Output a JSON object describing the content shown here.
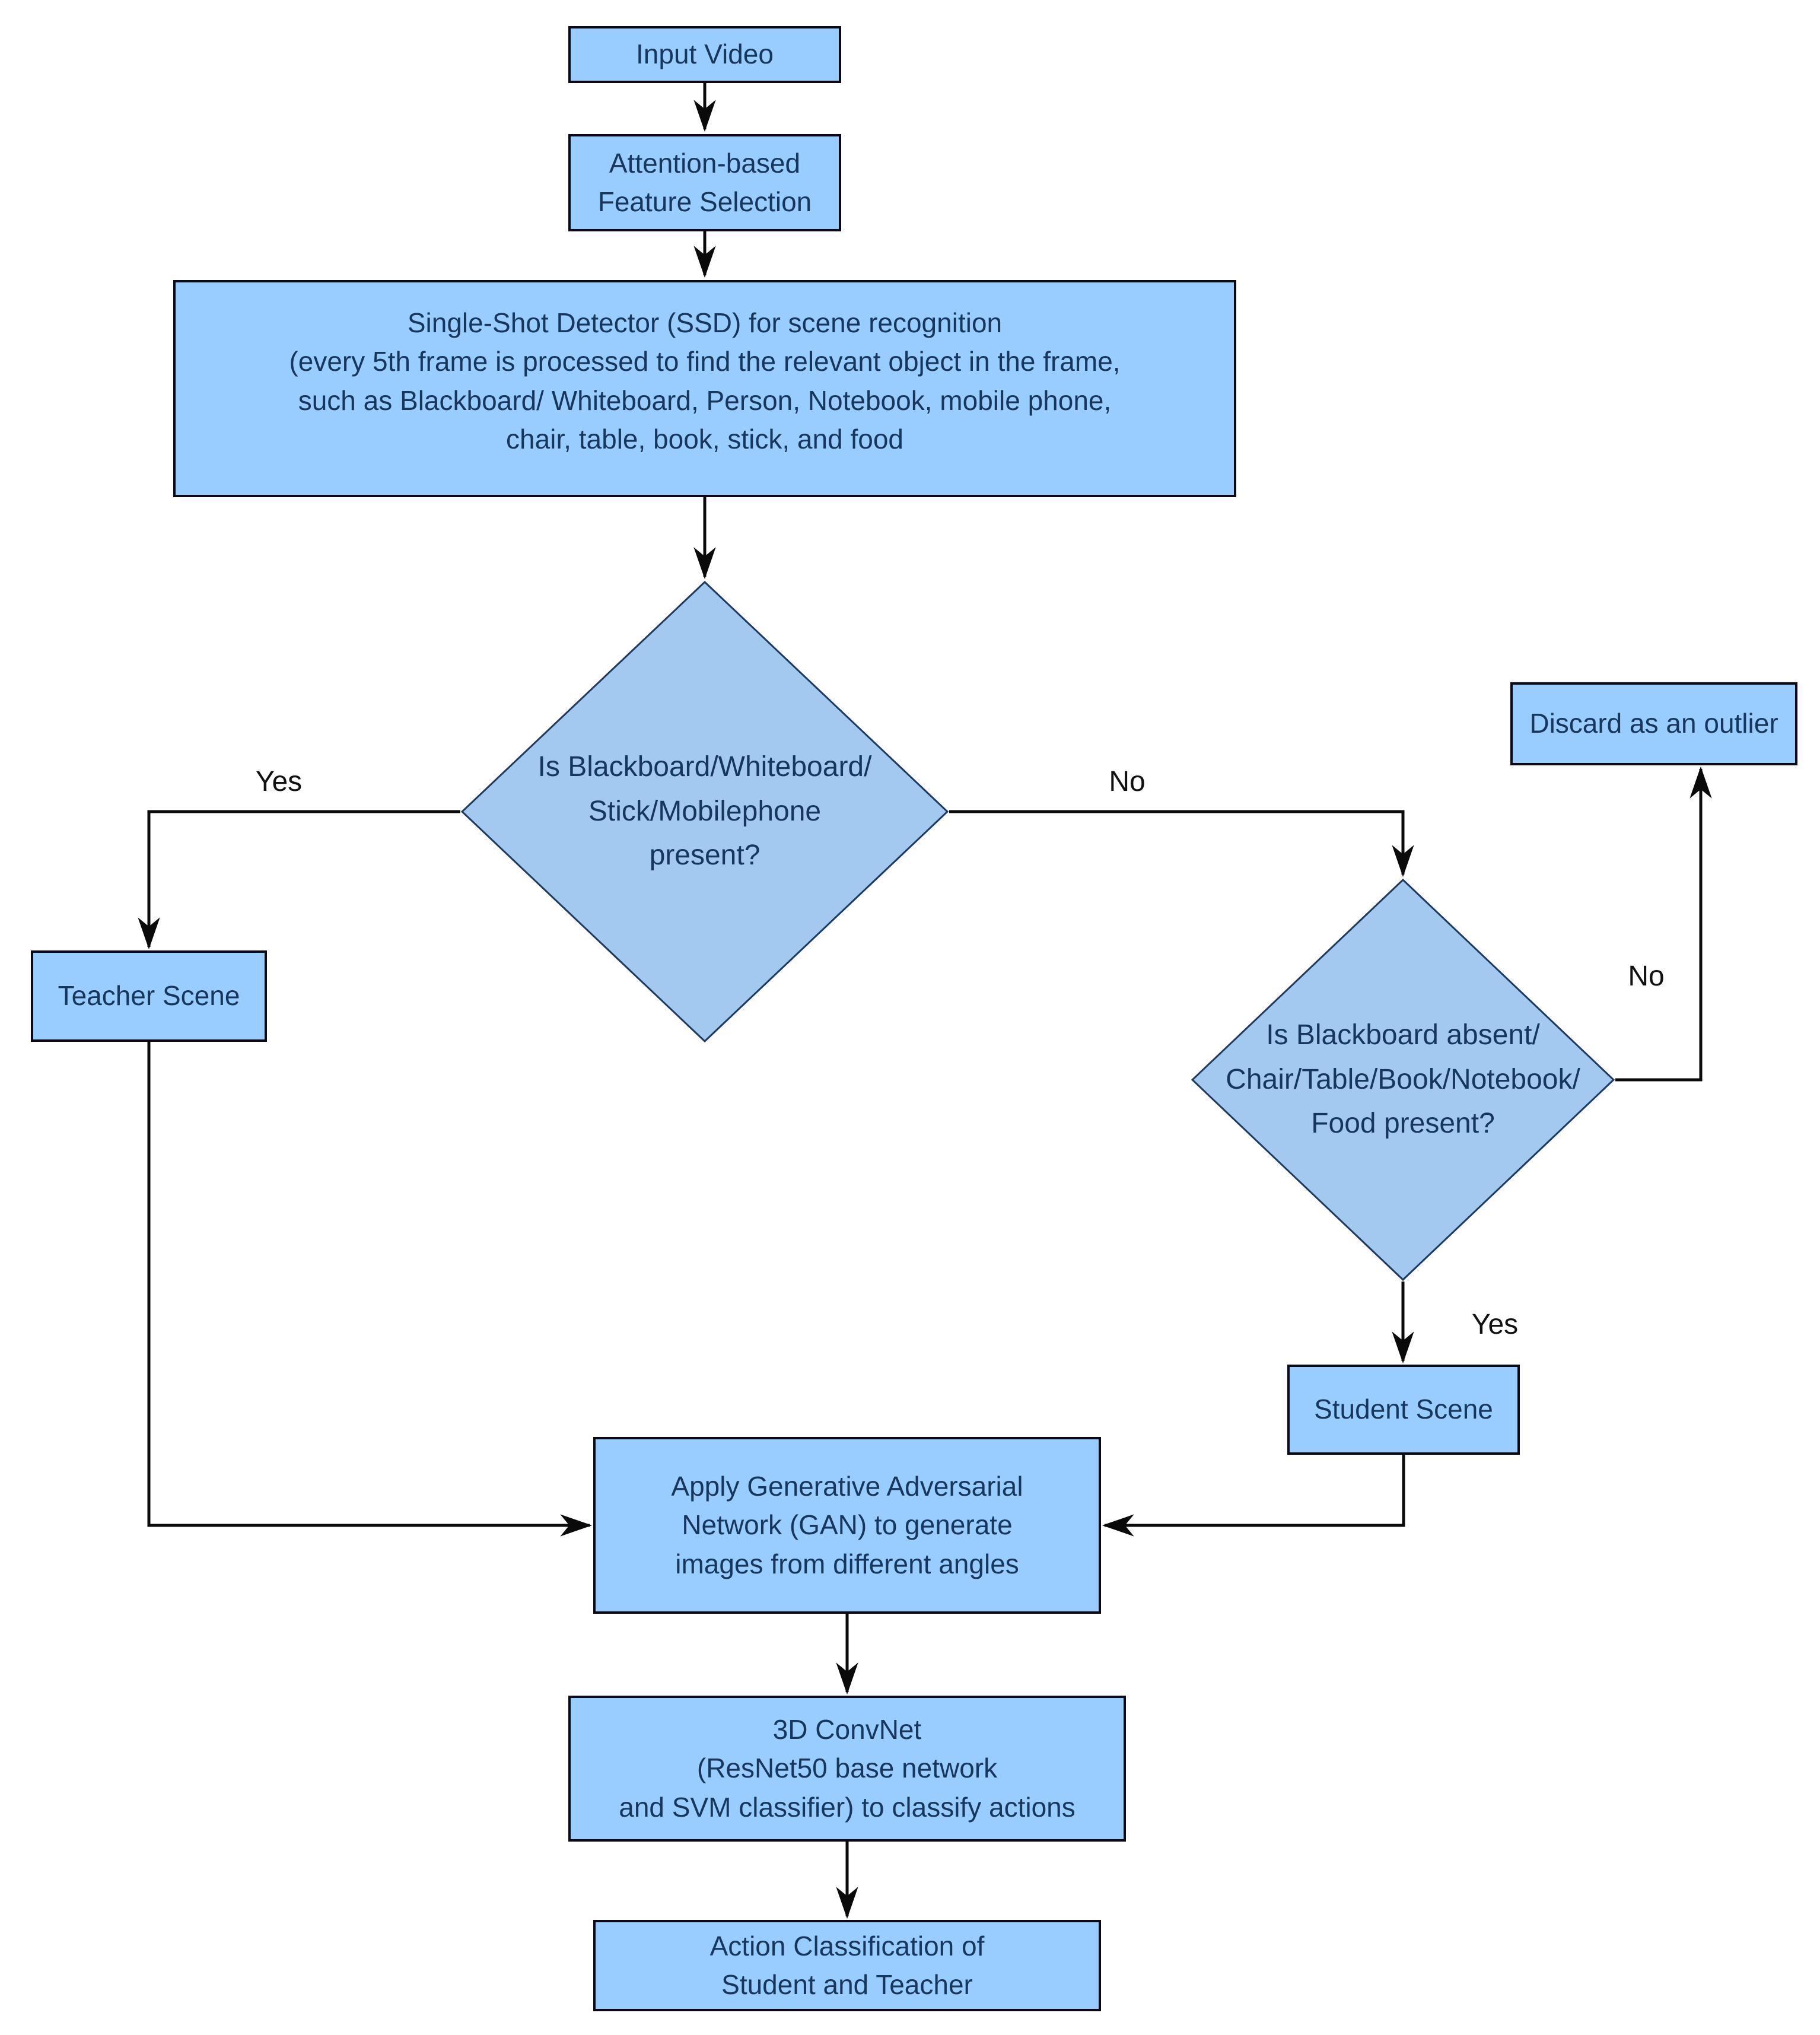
{
  "colors": {
    "background": "#ffffff",
    "rect_fill": "#99ccff",
    "diamond_fill": "#a4c9f1",
    "rect_border": "#0a0a14",
    "diamond_border": "#1f3a5f",
    "node_text": "#17365d",
    "edge_line": "#0a0a0a",
    "edge_label_text": "#111111"
  },
  "nodes": {
    "input_video": {
      "label": "Input Video"
    },
    "feature_selection": {
      "label": [
        "Attention-based",
        "Feature Selection"
      ]
    },
    "ssd": {
      "label": [
        "Single-Shot Detector (SSD) for scene recognition",
        "(every 5th frame is processed to find the relevant object in the frame,",
        "such as  Blackboard/ Whiteboard, Person, Notebook, mobile phone,",
        "chair, table, book, stick, and food"
      ]
    },
    "teacher_check": {
      "label": [
        "Is Blackboard/Whiteboard/",
        "Stick/Mobilephone",
        "present?"
      ]
    },
    "teacher_scene": {
      "label": "Teacher Scene"
    },
    "student_check": {
      "label": [
        "Is Blackboard absent/",
        "Chair/Table/Book/Notebook/",
        "Food present?"
      ]
    },
    "discard": {
      "label": "Discard as an outlier"
    },
    "student_scene": {
      "label": "Student Scene"
    },
    "gan": {
      "label": [
        "Apply Generative Adversarial",
        "Network (GAN) to generate",
        "images from different angles"
      ]
    },
    "convnet": {
      "label": [
        "3D ConvNet",
        "(ResNet50 base network",
        "and SVM classifier) to classify actions"
      ]
    },
    "action_classification": {
      "label": [
        "Action Classification of",
        "Student and Teacher"
      ]
    }
  },
  "edges": {
    "teacher_check_yes": "Yes",
    "teacher_check_no": "No",
    "student_check_no": "No",
    "student_check_yes": "Yes"
  }
}
